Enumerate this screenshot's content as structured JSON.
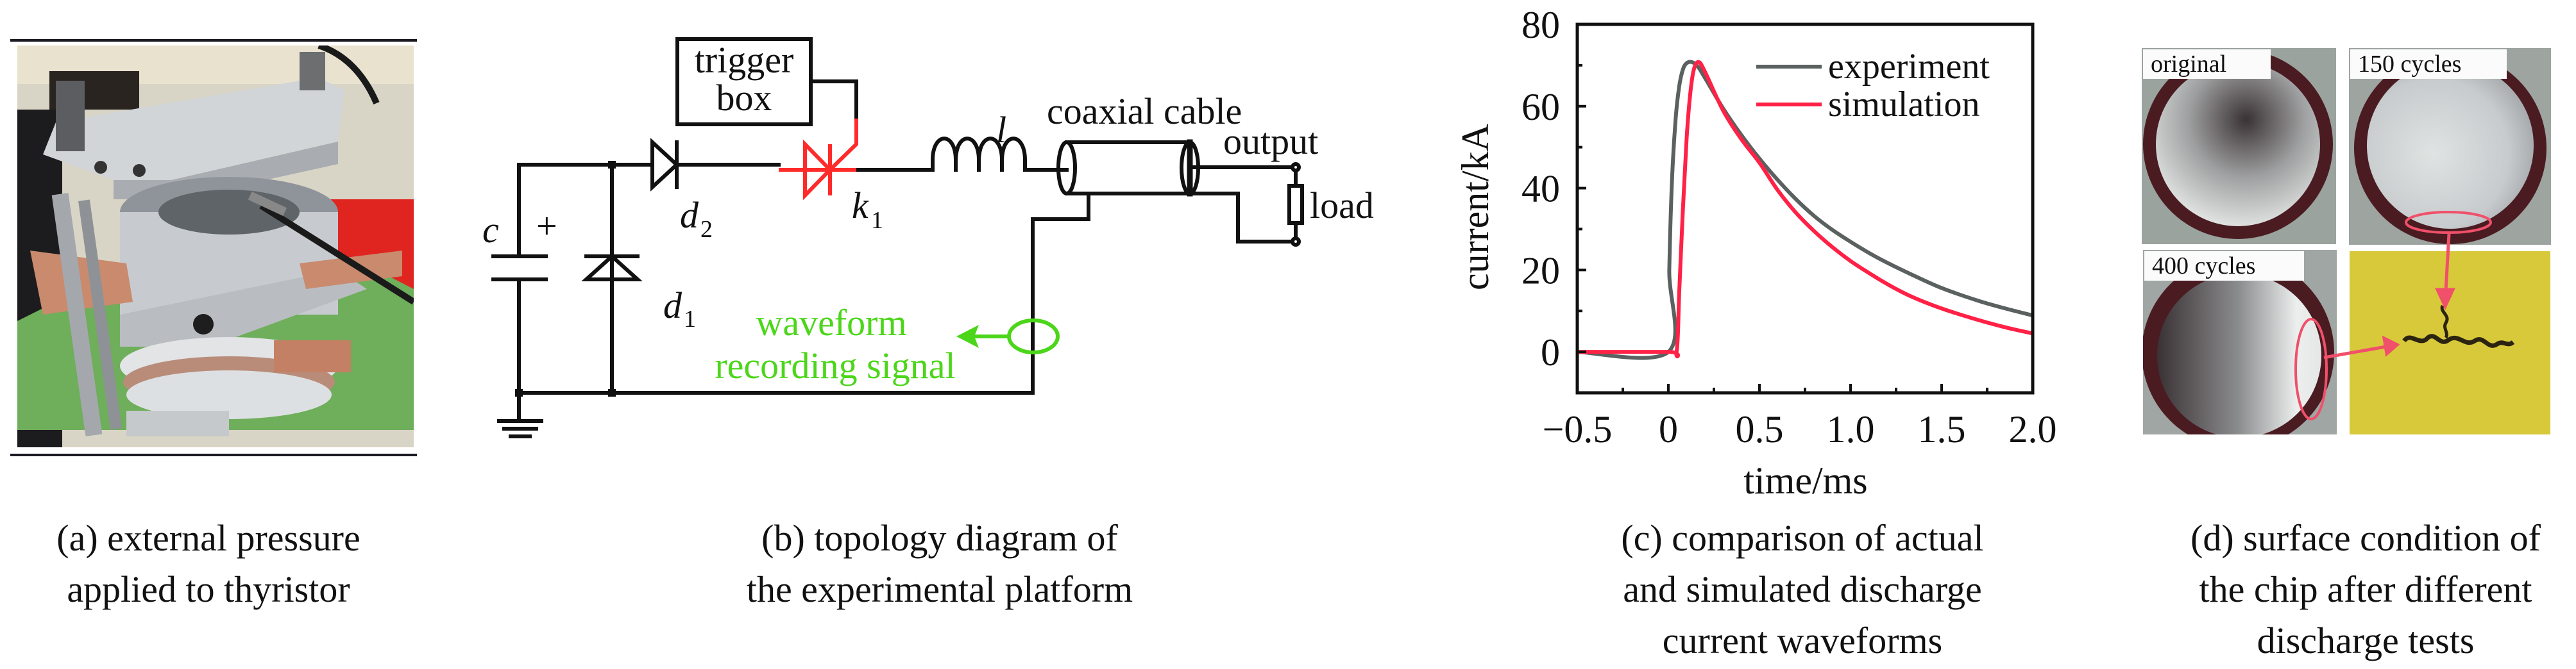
{
  "figure": {
    "panels": [
      {
        "id": "a",
        "caption_lines": [
          "(a) external pressure",
          "applied to thyristor"
        ]
      },
      {
        "id": "b",
        "caption_lines": [
          "(b) topology diagram of",
          "the experimental platform"
        ]
      },
      {
        "id": "c",
        "caption_lines": [
          "(c) comparison of actual",
          "and simulated discharge",
          "current waveforms"
        ]
      },
      {
        "id": "d",
        "caption_lines": [
          "(d) surface condition of",
          "the chip after different",
          "discharge tests"
        ]
      }
    ]
  },
  "photo_a": {
    "description": "thyristor clamped in pressure fixture",
    "colors": {
      "metal": "#c9ccd0",
      "copper": "#c98a6e",
      "base": "#6fae5b",
      "red_panel": "#e0231f",
      "background": "#d7d2c0"
    }
  },
  "circuit": {
    "labels": {
      "capacitor": "c",
      "capacitor_polarity": "+",
      "diode1": "d",
      "diode1_sub": "1",
      "diode2": "d",
      "diode2_sub": "2",
      "thyristor": "k",
      "thyristor_sub": "1",
      "inductor": "l",
      "trigger_line1": "trigger",
      "trigger_line2": "box",
      "coax": "coaxial cable",
      "output": "output",
      "load": "load",
      "signal_line1": "waveform",
      "signal_line2": "recording signal"
    },
    "colors": {
      "wire": "#111111",
      "thyristor": "#ff2a2a",
      "signal": "#4cd61a"
    }
  },
  "chart_data": {
    "type": "line",
    "title": "",
    "xlabel": "time/ms",
    "ylabel": "current/kA",
    "xlim": [
      -0.5,
      2.0
    ],
    "ylim": [
      -10,
      80
    ],
    "x_ticks": [
      -0.5,
      0,
      0.5,
      1.0,
      1.5,
      2.0
    ],
    "x_tick_labels": [
      "−0.5",
      "0",
      "0.5",
      "1.0",
      "1.5",
      "2.0"
    ],
    "x_minor_ticks": [
      -0.25,
      0.25,
      0.75,
      1.25,
      1.75
    ],
    "y_ticks": [
      0,
      20,
      40,
      60,
      80
    ],
    "y_tick_labels": [
      "0",
      "20",
      "40",
      "60",
      "80"
    ],
    "y_minor_ticks": [
      10,
      30,
      50,
      70
    ],
    "grid": false,
    "legend": {
      "position": "top-right",
      "entries": [
        "experiment",
        "simulation"
      ]
    },
    "series": [
      {
        "name": "experiment",
        "color": "#5a6160",
        "x": [
          -0.5,
          0.0,
          0.005,
          0.02,
          0.04,
          0.06,
          0.08,
          0.1,
          0.127,
          0.16,
          0.2,
          0.3,
          0.4,
          0.5,
          0.6,
          0.7,
          0.8,
          0.9,
          1.0,
          1.1,
          1.2,
          1.33,
          1.5,
          1.7,
          1.85,
          2.0
        ],
        "y": [
          0,
          0,
          20,
          42,
          57,
          65,
          69,
          70.5,
          70.8,
          69.8,
          67,
          59.5,
          53,
          47.2,
          42,
          37.3,
          33.2,
          29.8,
          26.9,
          24.2,
          21.8,
          19.0,
          15.6,
          12.5,
          10.6,
          8.9
        ]
      },
      {
        "name": "simulation",
        "color": "#ff2146",
        "x": [
          -0.5,
          0.0,
          0.045,
          0.06,
          0.08,
          0.1,
          0.12,
          0.14,
          0.166,
          0.2,
          0.3,
          0.4,
          0.5,
          0.6,
          0.7,
          0.8,
          0.9,
          1.0,
          1.1,
          1.2,
          1.33,
          1.5,
          1.7,
          1.85,
          2.0
        ],
        "y": [
          0,
          0,
          0,
          15,
          35,
          52,
          63,
          69,
          70.8,
          68.5,
          59,
          52,
          46.2,
          39.5,
          34,
          29.5,
          25.6,
          22.2,
          19.3,
          16.6,
          13.6,
          10.6,
          7.8,
          6.0,
          4.5
        ]
      }
    ]
  },
  "panel_d": {
    "images": [
      {
        "label": "original"
      },
      {
        "label": "150 cycles"
      },
      {
        "label": "400 cycles"
      },
      {
        "label": ""
      }
    ],
    "highlight_color": "#f0506a"
  }
}
